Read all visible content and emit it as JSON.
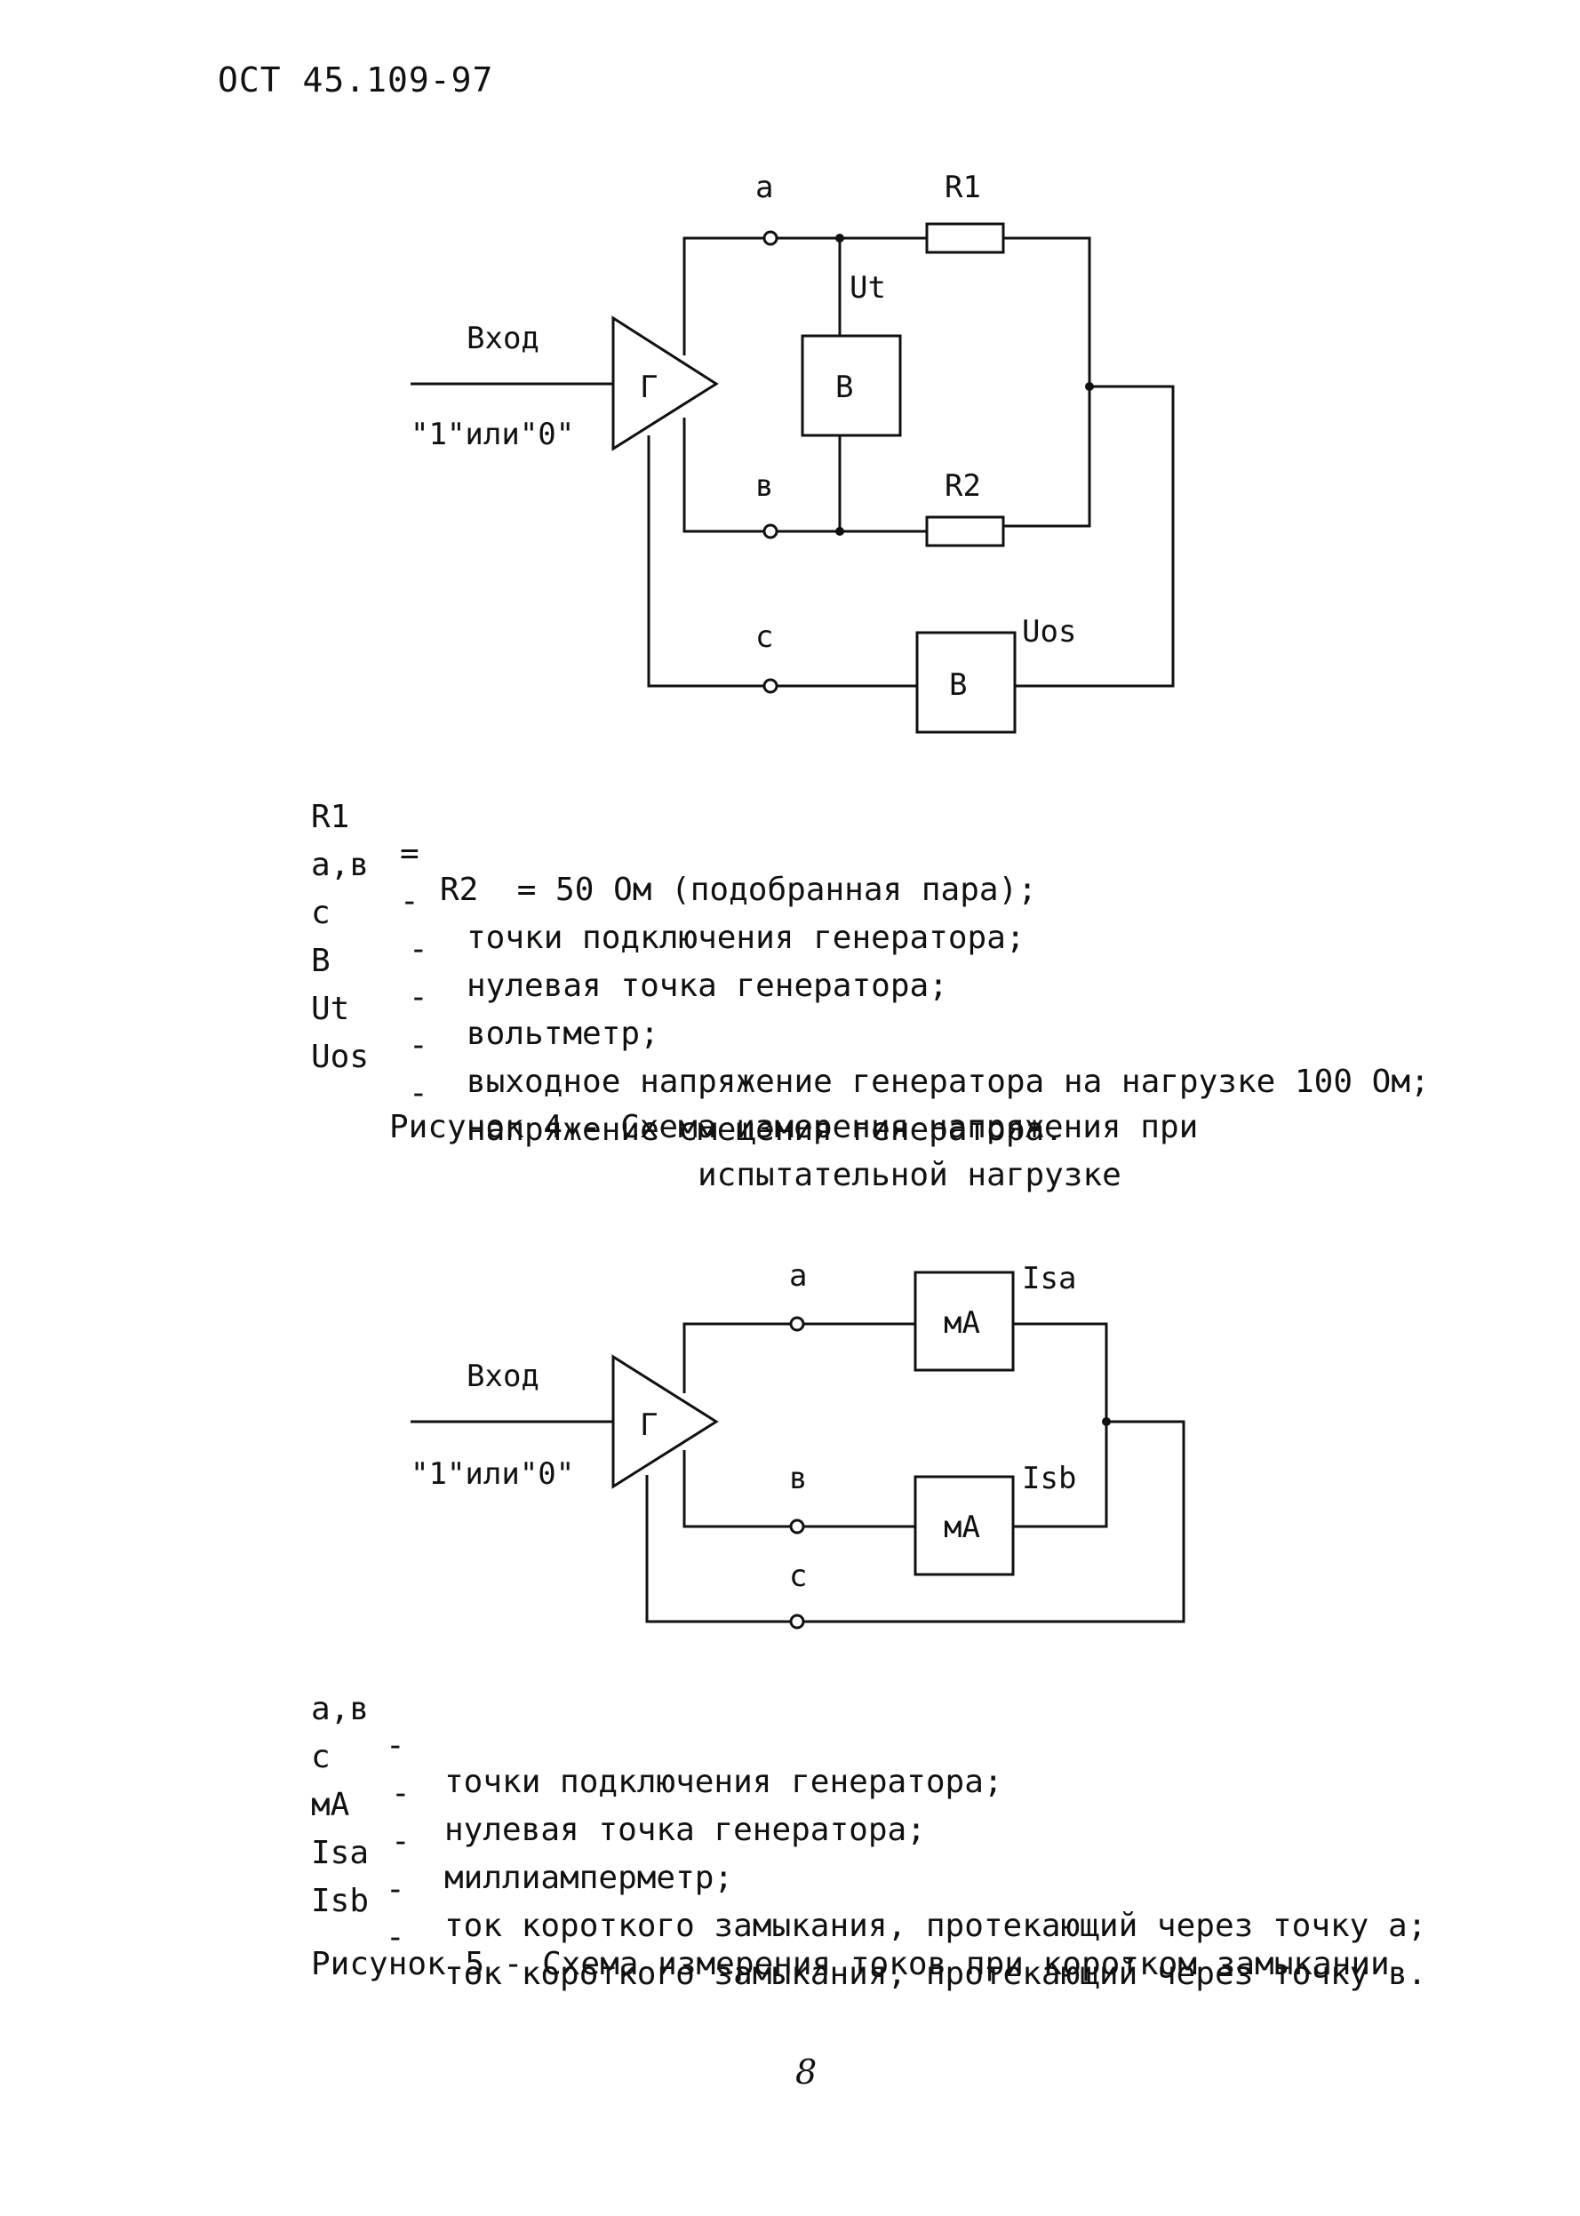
{
  "header": {
    "doc_code": "ОСТ 45.109-97"
  },
  "figure4": {
    "input_label": "Вход",
    "input_value": "\"1\"или\"0\"",
    "generator_label": "Г",
    "node_a": "а",
    "node_b": "в",
    "node_c": "с",
    "r1": "R1",
    "r2": "R2",
    "ut": "Ut",
    "uos": "Uos",
    "voltmeter_top": "В",
    "voltmeter_bottom": "В",
    "legend": [
      {
        "symbol": "R1",
        "dash": "=",
        "text": "R2  = 50 Ом (подобранная пара);"
      },
      {
        "symbol": "а,в",
        "dash": "-",
        "text": "точки подключения генератора;"
      },
      {
        "symbol": "с",
        "dash": "-",
        "text": "нулевая точка генератора;"
      },
      {
        "symbol": "В",
        "dash": "-",
        "text": "вольтметр;"
      },
      {
        "symbol": "Ut",
        "dash": "-",
        "text": "выходное напряжение генератора на нагрузке 100 Ом;"
      },
      {
        "symbol": "Uos",
        "dash": "-",
        "text": "напряжение смещения генератора."
      }
    ],
    "caption_line1": "Рисунок 4 - Схема измерения напряжения при",
    "caption_line2": "испытательной нагрузке"
  },
  "figure5": {
    "input_label": "Вход",
    "input_value": "\"1\"или\"0\"",
    "generator_label": "Г",
    "node_a": "а",
    "node_b": "в",
    "node_c": "с",
    "ammeter_top": "мА",
    "ammeter_bottom": "мА",
    "isa": "Isa",
    "isb": "Isb",
    "legend": [
      {
        "symbol": "а,в",
        "dash": "-",
        "text": "точки подключения генератора;"
      },
      {
        "symbol": "с",
        "dash": "-",
        "text": "нулевая точка генератора;"
      },
      {
        "symbol": "мА",
        "dash": "-",
        "text": "миллиамперметр;"
      },
      {
        "symbol": "Isa",
        "dash": "-",
        "text": "ток короткого замыкания, протекающий через точку а;"
      },
      {
        "symbol": "Isb",
        "dash": "-",
        "text": "ток короткого замыкания, протекающий через точку в."
      }
    ],
    "caption": "Рисунок 5 - Схема измерения токов при коротком замыкании"
  },
  "footer": {
    "page_number": "8"
  }
}
